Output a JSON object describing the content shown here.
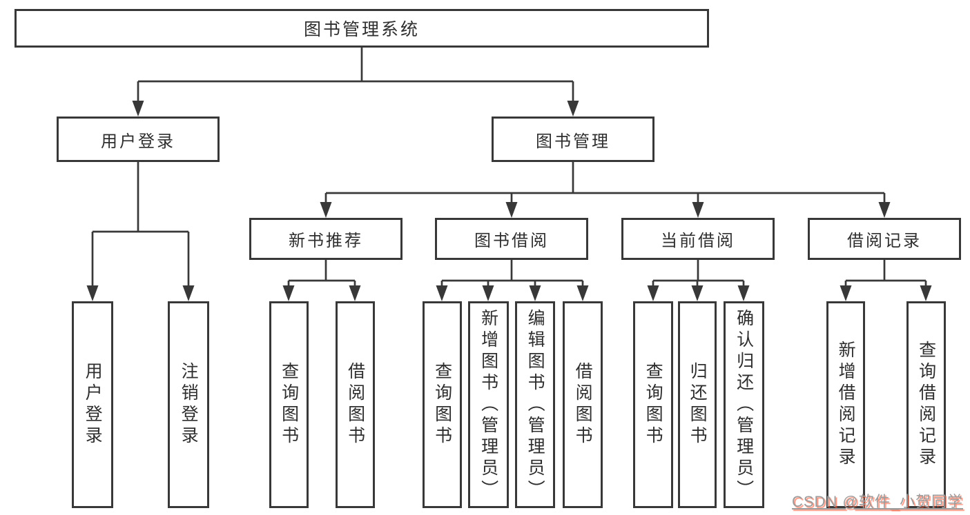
{
  "diagram": {
    "title": "图书管理系统",
    "root": "图书管理系统",
    "level2": {
      "user_login": "用户登录",
      "book_management": "图书管理"
    },
    "level3": {
      "new_book_recommend": "新书推荐",
      "book_borrowing": "图书借阅",
      "current_borrowing": "当前借阅",
      "borrowing_records": "借阅记录"
    },
    "children": {
      "user_login": [
        "用户登录",
        "注销登录"
      ],
      "new_book_recommend": [
        "查询图书",
        "借阅图书"
      ],
      "book_borrowing": [
        "查询图书",
        "新增图书（管理员）",
        "编辑图书（管理员）",
        "借阅图书"
      ],
      "current_borrowing": [
        "查询图书",
        "归还图书",
        "确认归还（管理员）"
      ],
      "borrowing_records": [
        "新增借阅记录",
        "查询借阅记录"
      ]
    }
  },
  "watermark": {
    "text": "CSDN @软件_小贺同学"
  },
  "colors": {
    "line": "#383838",
    "box_border": "#383838",
    "text": "#2e2e2e",
    "background": "#ffffff",
    "watermark_gray": "#9c9c9c",
    "watermark_red": "#fc5531"
  }
}
